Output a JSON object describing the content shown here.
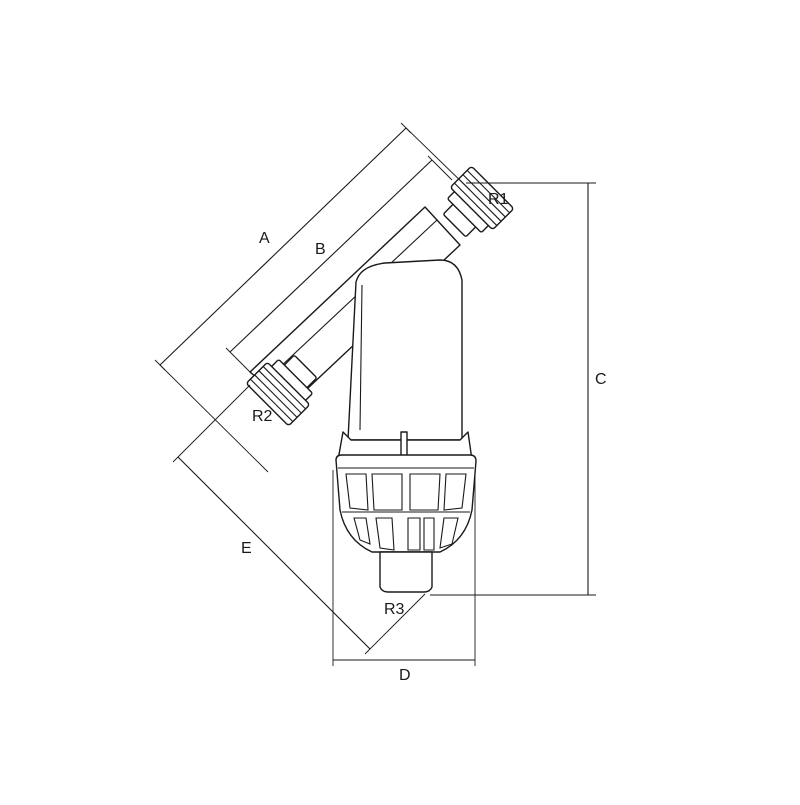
{
  "labels": {
    "A": "A",
    "B": "B",
    "C": "C",
    "D": "D",
    "E": "E",
    "R1": "R1",
    "R2": "R2",
    "R3": "R3"
  }
}
